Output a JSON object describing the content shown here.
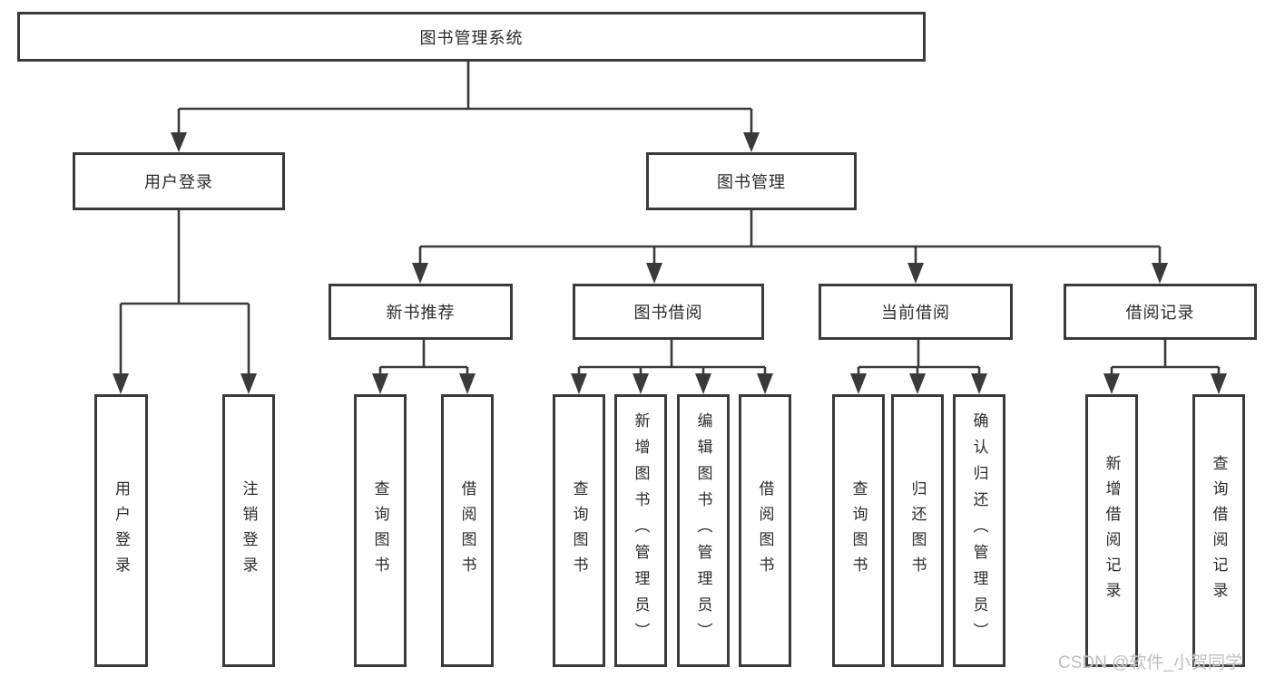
{
  "diagram": {
    "root": {
      "label": "图书管理系统"
    },
    "branches": [
      {
        "label": "用户登录",
        "children": [
          {
            "label": "用户登录"
          },
          {
            "label": "注销登录"
          }
        ]
      },
      {
        "label": "图书管理",
        "children": [
          {
            "label": "新书推荐",
            "children": [
              {
                "label": "查询图书"
              },
              {
                "label": "借阅图书"
              }
            ]
          },
          {
            "label": "图书借阅",
            "children": [
              {
                "label": "查询图书"
              },
              {
                "label": "新增图书（管理员）"
              },
              {
                "label": "编辑图书（管理员）"
              },
              {
                "label": "借阅图书"
              }
            ]
          },
          {
            "label": "当前借阅",
            "children": [
              {
                "label": "查询图书"
              },
              {
                "label": "归还图书"
              },
              {
                "label": "确认归还（管理员）"
              }
            ]
          },
          {
            "label": "借阅记录",
            "children": [
              {
                "label": "新增借阅记录"
              },
              {
                "label": "查询借阅记录"
              }
            ]
          }
        ]
      }
    ],
    "watermark": "CSDN @软件_小贺同学",
    "colors": {
      "line": "#3a3a3a",
      "box_border": "#3a3a3a",
      "text": "#2b2b2b",
      "watermark": "#bfbfbf",
      "background": "#ffffff"
    }
  }
}
